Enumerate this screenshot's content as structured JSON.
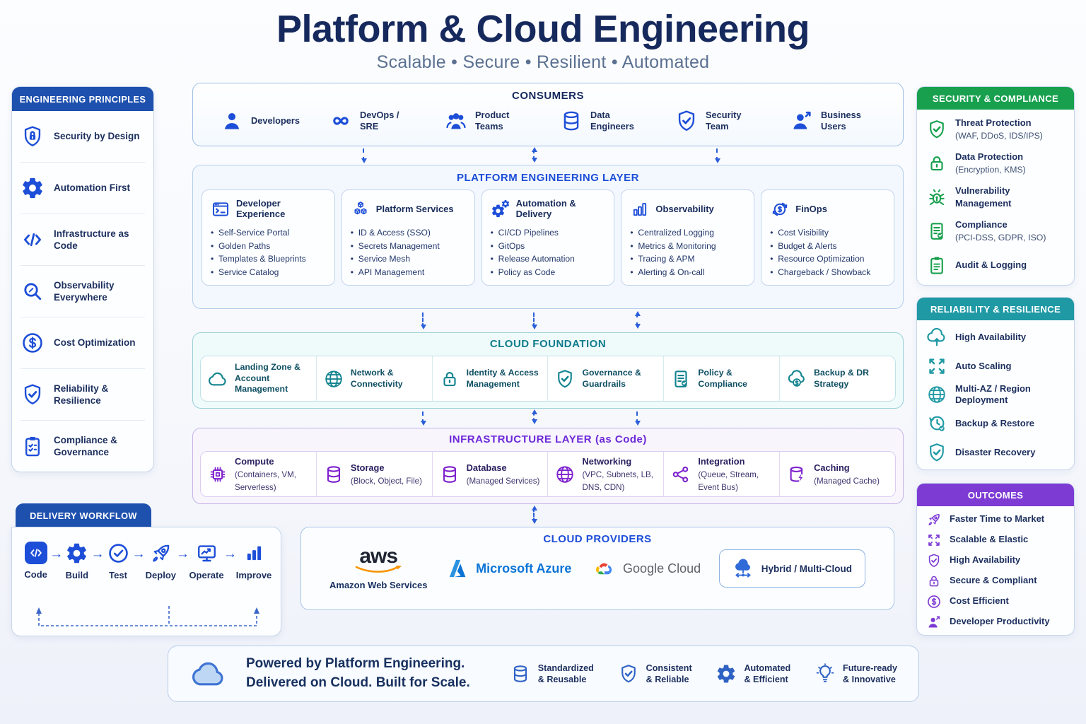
{
  "colors": {
    "accent_blue": "#1d4ed8",
    "tab_blue": "#1e50ae",
    "navy": "#1c2b55",
    "title_navy": "#16295d",
    "subtitle_gray": "#5b7191",
    "teal": "#12838f",
    "teal_dark": "#0f7c8c",
    "teal_head": "#1f99a4",
    "green": "#18a04e",
    "purple": "#7d3bd4",
    "purple_dark": "#6d28d9",
    "aws_orange": "#f79400",
    "azure_blue": "#0a74d6",
    "google_gray": "#5f6368",
    "arrow_blue": "#2b5fd9"
  },
  "header": {
    "title": "Platform & Cloud Engineering",
    "subtitle": "Scalable • Secure • Resilient • Automated"
  },
  "principles": {
    "title": "ENGINEERING PRINCIPLES",
    "items": [
      {
        "icon": "shield-lock-icon",
        "label": "Security by Design"
      },
      {
        "icon": "gear-icon",
        "label": "Automation First"
      },
      {
        "icon": "code-icon",
        "label": "Infrastructure as Code"
      },
      {
        "icon": "magnifier-icon",
        "label": "Observability Everywhere"
      },
      {
        "icon": "dollar-icon",
        "label": "Cost Optimization"
      },
      {
        "icon": "shield-check-icon",
        "label": "Reliability & Resilience"
      },
      {
        "icon": "clipboard-check-icon",
        "label": "Compliance & Governance"
      }
    ]
  },
  "workflow": {
    "title": "DELIVERY WORKFLOW",
    "arrow": "→",
    "steps": [
      {
        "icon": "code-icon",
        "label": "Code"
      },
      {
        "icon": "gear-icon",
        "label": "Build"
      },
      {
        "icon": "check-circle-icon",
        "label": "Test"
      },
      {
        "icon": "rocket-icon",
        "label": "Deploy"
      },
      {
        "icon": "monitor-icon",
        "label": "Operate"
      },
      {
        "icon": "bar-chart-icon",
        "label": "Improve"
      }
    ]
  },
  "consumers": {
    "title": "CONSUMERS",
    "items": [
      {
        "icon": "user-icon",
        "label": "Developers"
      },
      {
        "icon": "infinity-icon",
        "label": "DevOps / SRE"
      },
      {
        "icon": "users-icon",
        "label": "Product Teams"
      },
      {
        "icon": "database-icon",
        "label": "Data Engineers"
      },
      {
        "icon": "shield-check-icon",
        "label": "Security Team"
      },
      {
        "icon": "user-arrow-icon",
        "label": "Business Users"
      }
    ]
  },
  "platform": {
    "title": "PLATFORM ENGINEERING LAYER",
    "cards": [
      {
        "icon": "terminal-icon",
        "title": "Developer Experience",
        "bullets": [
          "Self-Service Portal",
          "Golden Paths",
          "Templates & Blueprints",
          "Service Catalog"
        ]
      },
      {
        "icon": "cubes-icon",
        "title": "Platform Services",
        "bullets": [
          "ID & Access (SSO)",
          "Secrets Management",
          "Service Mesh",
          "API Management"
        ]
      },
      {
        "icon": "gears-icon",
        "title": "Automation & Delivery",
        "bullets": [
          "CI/CD Pipelines",
          "GitOps",
          "Release Automation",
          "Policy as Code"
        ]
      },
      {
        "icon": "bar-chart-icon",
        "title": "Observability",
        "bullets": [
          "Centralized Logging",
          "Metrics & Monitoring",
          "Tracing & APM",
          "Alerting & On-call"
        ]
      },
      {
        "icon": "finops-dollar-icon",
        "title": "FinOps",
        "bullets": [
          "Cost Visibility",
          "Budget & Alerts",
          "Resource Optimization",
          "Chargeback / Showback"
        ]
      }
    ]
  },
  "foundation": {
    "title": "CLOUD FOUNDATION",
    "items": [
      {
        "icon": "cloud-icon",
        "label": "Landing Zone & Account Management"
      },
      {
        "icon": "globe-icon",
        "label": "Network & Connectivity"
      },
      {
        "icon": "lock-icon",
        "label": "Identity & Access Management"
      },
      {
        "icon": "shield-check-icon",
        "label": "Governance & Guardrails"
      },
      {
        "icon": "doc-check-icon",
        "label": "Policy & Compliance"
      },
      {
        "icon": "cloud-dollar-icon",
        "label": "Backup & DR Strategy"
      }
    ]
  },
  "infrastructure": {
    "title": "INFRASTRUCTURE LAYER",
    "title_suffix": "(as Code)",
    "items": [
      {
        "icon": "chip-icon",
        "name": "Compute",
        "detail": "(Containers, VM, Serverless)"
      },
      {
        "icon": "database-icon",
        "name": "Storage",
        "detail": "(Block, Object, File)"
      },
      {
        "icon": "database-icon",
        "name": "Database",
        "detail": "(Managed Services)"
      },
      {
        "icon": "globe-icon",
        "name": "Networking",
        "detail": "(VPC, Subnets, LB, DNS, CDN)"
      },
      {
        "icon": "nodes-icon",
        "name": "Integration",
        "detail": "(Queue, Stream, Event Bus)"
      },
      {
        "icon": "cache-icon",
        "name": "Caching",
        "detail": "(Managed Cache)"
      }
    ]
  },
  "providers": {
    "title": "CLOUD PROVIDERS",
    "aws_logo": "aws",
    "aws_label": "Amazon Web Services",
    "azure_label": "Microsoft Azure",
    "google_label": "Google Cloud",
    "hybrid_label": "Hybrid / Multi-Cloud"
  },
  "security": {
    "title": "SECURITY & COMPLIANCE",
    "items": [
      {
        "icon": "shield-check-icon",
        "label": "Threat Protection",
        "detail": "(WAF, DDoS, IDS/IPS)"
      },
      {
        "icon": "lock-icon",
        "label": "Data Protection",
        "detail": "(Encryption, KMS)"
      },
      {
        "icon": "bug-icon",
        "label": "Vulnerability Management",
        "detail": ""
      },
      {
        "icon": "doc-check-icon",
        "label": "Compliance",
        "detail": "(PCI-DSS, GDPR, ISO)"
      },
      {
        "icon": "clipboard-icon",
        "label": "Audit & Logging",
        "detail": ""
      }
    ]
  },
  "reliability": {
    "title": "RELIABILITY & RESILIENCE",
    "items": [
      {
        "icon": "cloud-up-icon",
        "label": "High Availability"
      },
      {
        "icon": "expand-arrows-icon",
        "label": "Auto Scaling"
      },
      {
        "icon": "globe-icon",
        "label": "Multi-AZ / Region Deployment"
      },
      {
        "icon": "clock-restore-icon",
        "label": "Backup & Restore"
      },
      {
        "icon": "shield-check-icon",
        "label": "Disaster Recovery"
      }
    ]
  },
  "outcomes": {
    "title": "OUTCOMES",
    "items": [
      {
        "icon": "rocket-icon",
        "label": "Faster Time to Market"
      },
      {
        "icon": "expand-arrows-icon",
        "label": "Scalable & Elastic"
      },
      {
        "icon": "shield-check-icon",
        "label": "High Availability"
      },
      {
        "icon": "lock-icon",
        "label": "Secure & Compliant"
      },
      {
        "icon": "dollar-icon",
        "label": "Cost Efficient"
      },
      {
        "icon": "user-arrow-icon",
        "label": "Developer Productivity"
      }
    ]
  },
  "footer": {
    "tagline_line1": "Powered by Platform Engineering.",
    "tagline_line2": "Delivered on Cloud. Built for Scale.",
    "items": [
      {
        "icon": "database-icon",
        "line1": "Standardized",
        "line2": "& Reusable"
      },
      {
        "icon": "shield-check-icon",
        "line1": "Consistent",
        "line2": "& Reliable"
      },
      {
        "icon": "gear-icon",
        "line1": "Automated",
        "line2": "& Efficient"
      },
      {
        "icon": "bulb-icon",
        "line1": "Future-ready",
        "line2": "& Innovative"
      }
    ]
  }
}
